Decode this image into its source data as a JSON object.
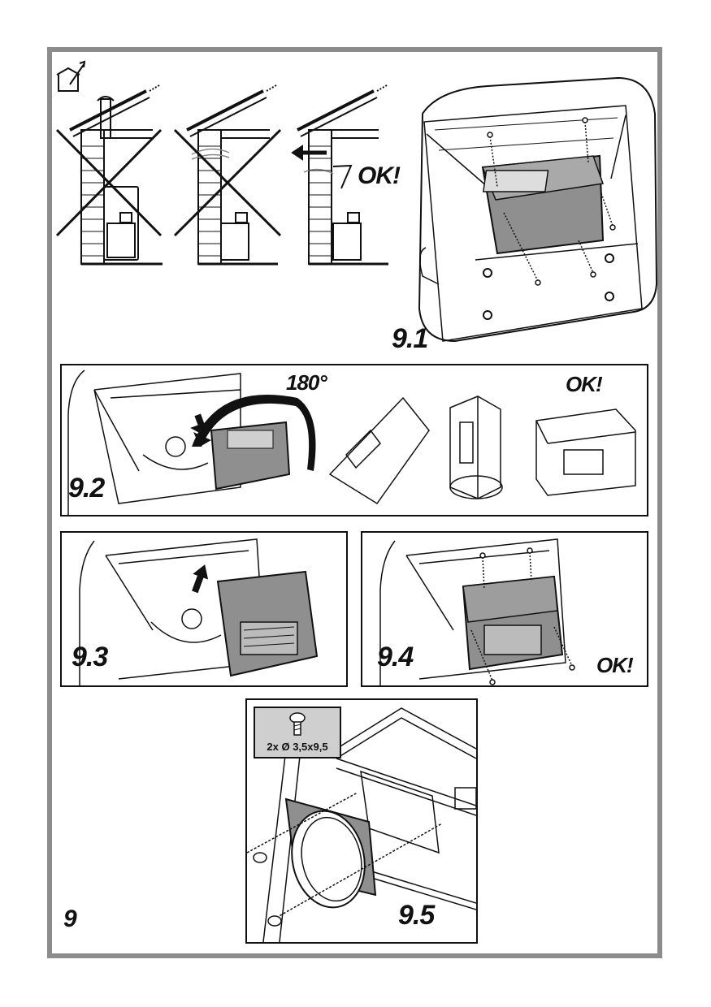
{
  "figure": {
    "number": "9",
    "section_icon": "house-exhaust-icon"
  },
  "step_9_1": {
    "label": "9.1",
    "ok_label": "OK!",
    "scenes": [
      "chimney-vent-wrong",
      "shared-duct-wrong",
      "wall-vent-ok"
    ]
  },
  "step_9_2": {
    "label": "9.2",
    "rotation_label": "180°",
    "ok_label": "OK!"
  },
  "step_9_3": {
    "label": "9.3"
  },
  "step_9_4": {
    "label": "9.4",
    "ok_label": "OK!"
  },
  "step_9_5": {
    "label": "9.5",
    "screw_spec": "2x Ø 3,5x9,5"
  },
  "colors": {
    "frame": "#8c8c8c",
    "line": "#111111",
    "blower_fill": "#8f8f8f",
    "spec_box": "#cfcfcf"
  }
}
